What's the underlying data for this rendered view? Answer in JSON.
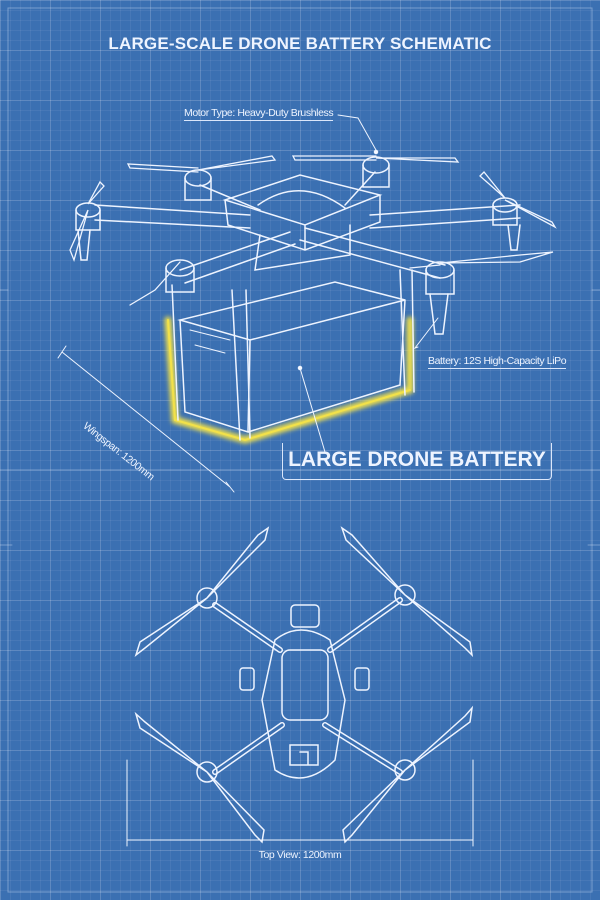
{
  "title": "LARGE-SCALE DRONE BATTERY SCHEMATIC",
  "labels": {
    "motor": "Motor Type: Heavy-Duty Brushless",
    "battery": "Battery: 12S High-Capacity LiPo",
    "callout": "LARGE DRONE BATTERY",
    "wingspan": "Wingspan: 1200mm",
    "top_view": "Top View: 1200mm"
  },
  "colors": {
    "background": "#3b70b2",
    "line": "#eef4ff",
    "highlight": "#f2e14a"
  }
}
